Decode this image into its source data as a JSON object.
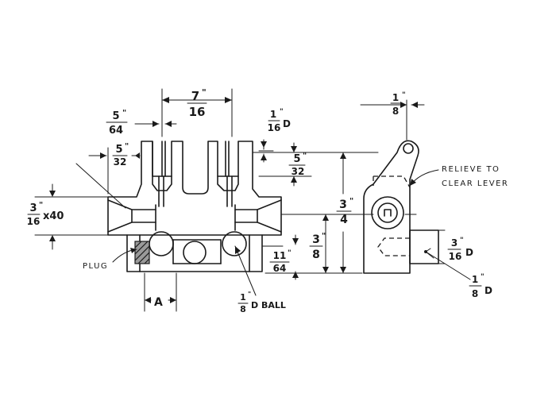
{
  "dimensions": {
    "top_width": {
      "num": "7",
      "den": "16",
      "mark": "\""
    },
    "slot_width": {
      "num": "5",
      "den": "64",
      "mark": "\""
    },
    "lever_width": {
      "num": "1",
      "den": "8",
      "mark": "\""
    },
    "hole_dia": {
      "num": "1",
      "den": "16",
      "suffix": "D",
      "mark": "\""
    },
    "step_left": {
      "num": "5",
      "den": "32",
      "mark": "\""
    },
    "step_right": {
      "num": "5",
      "den": "32",
      "mark": "\""
    },
    "height_total": {
      "num": "3",
      "den": "4",
      "mark": "\""
    },
    "tap": {
      "num": "3",
      "den": "16",
      "suffix": "x40",
      "mark": "\""
    },
    "ball_depth": {
      "num": "3",
      "den": "8",
      "mark": "\""
    },
    "base_depth": {
      "num": "11",
      "den": "64",
      "mark": "\""
    },
    "pin_dia": {
      "num": "3",
      "den": "16",
      "suffix": "D",
      "mark": "\""
    },
    "small_pin": {
      "num": "1",
      "den": "8",
      "suffix": "D",
      "mark": "\""
    },
    "ball": {
      "num": "1",
      "den": "8",
      "suffix": "D BALL",
      "mark": "\""
    }
  },
  "labels": {
    "plug": "PLUG",
    "a": "A",
    "relieve_line1": "RELIEVE TO",
    "relieve_line2": "CLEAR LEVER"
  }
}
